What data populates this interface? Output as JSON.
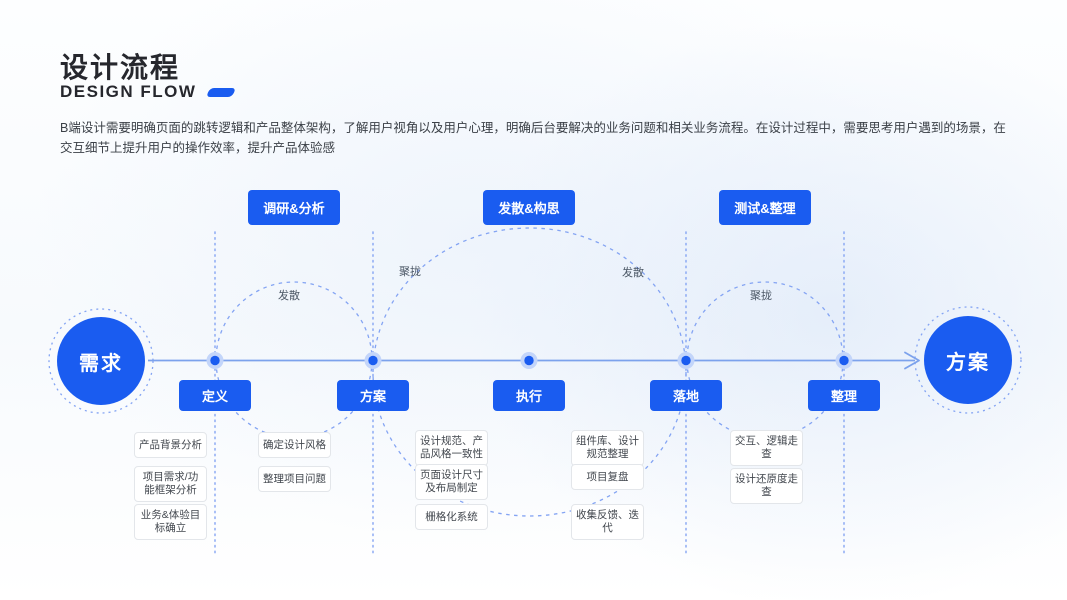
{
  "header": {
    "title": "设计流程",
    "subtitle": "DESIGN FLOW",
    "description": "B端设计需要明确页面的跳转逻辑和产品整体架构，了解用户视角以及用户心理，明确后台要解决的业务问题和相关业务流程。在设计过程中，需要思考用户遇到的场景，在交互细节上提升用户的操作效率，提升产品体验感"
  },
  "colors": {
    "primary_blue": "#1a5cf0",
    "timeline_blue": "#7ca2ec",
    "dashed_blue": "#84a4f3",
    "dot_halo": "#c3d5fa"
  },
  "flow": {
    "start_node": "需求",
    "end_node": "方案",
    "phase_labels": [
      "调研&分析",
      "发散&构思",
      "测试&整理"
    ],
    "arc_labels": [
      "发散",
      "聚拢",
      "发散",
      "聚拢"
    ],
    "stages": [
      {
        "label": "定义",
        "items": [
          "产品背景分析",
          "项目需求/功能框架分析",
          "业务&体验目标确立"
        ]
      },
      {
        "label": "方案",
        "items": [
          "确定设计风格",
          "整理项目问题"
        ]
      },
      {
        "label": "执行",
        "items": [
          "设计规范、产品风格一致性",
          "页面设计尺寸及布局制定",
          "栅格化系统"
        ]
      },
      {
        "label": "落地",
        "items": [
          "组件库、设计规范整理",
          "项目复盘",
          "收集反馈、迭代"
        ]
      },
      {
        "label": "整理",
        "items": [
          "交互、逻辑走查",
          "设计还原度走查"
        ]
      }
    ]
  }
}
